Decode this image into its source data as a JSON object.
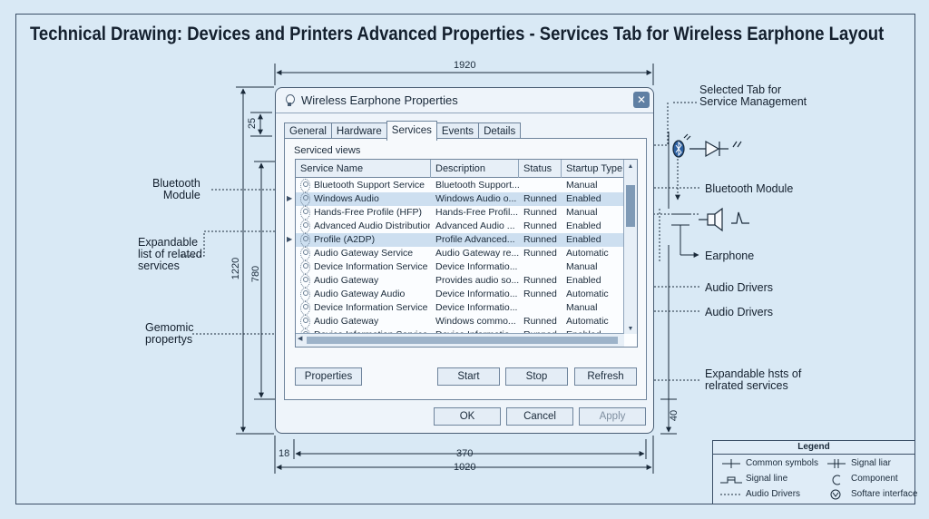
{
  "title": "Technical Drawing: Devices and Printers Advanced Properties - Services Tab for Wireless Earphone Layout",
  "dimensions": {
    "top_width": "1920",
    "height_outer": "1220",
    "height_inner": "780",
    "titlebar_height": "25",
    "bottom_margin": "40",
    "left_margin": "18",
    "inner_width": "370",
    "outer_width": "1020"
  },
  "window": {
    "title": "Wireless Earphone Properties",
    "close_glyph": "✕",
    "tabs": [
      "General",
      "Hardware",
      "Services",
      "Events",
      "Details"
    ],
    "group_label": "Serviced views",
    "columns": [
      "Service Name",
      "Description",
      "Status",
      "Startup Type"
    ],
    "rows": [
      {
        "name": "Bluetooth Support Service",
        "desc": "Bluetooth Support...",
        "status": "",
        "startup": "Manual",
        "selected": false,
        "expand": false
      },
      {
        "name": "Windows Audio",
        "desc": "Windows Audio o...",
        "status": "Runned",
        "startup": "Enabled",
        "selected": true,
        "expand": true
      },
      {
        "name": "Hands-Free Profile (HFP)",
        "desc": "Hands-Free Profil...",
        "status": "Runned",
        "startup": "Manual",
        "selected": false,
        "expand": false
      },
      {
        "name": "Advanced Audio Distribution",
        "desc": "Advanced Audio ...",
        "status": "Runned",
        "startup": "Enabled",
        "selected": false,
        "expand": false
      },
      {
        "name": "Profile (A2DP)",
        "desc": "Profile Advanced...",
        "status": "Runned",
        "startup": "Enabled",
        "selected": true,
        "expand": true
      },
      {
        "name": "Audio Gateway Service",
        "desc": "Audio Gateway re...",
        "status": "Runned",
        "startup": "Automatic",
        "selected": false,
        "expand": false
      },
      {
        "name": "Device Information Service",
        "desc": "Device Informatio...",
        "status": "",
        "startup": "Manual",
        "selected": false,
        "expand": false
      },
      {
        "name": "Audio Gateway",
        "desc": "Provides audio so...",
        "status": "Runned",
        "startup": "Enabled",
        "selected": false,
        "expand": false
      },
      {
        "name": "Audio Gateway Audio",
        "desc": "Device Informatio...",
        "status": "Runned",
        "startup": "Automatic",
        "selected": false,
        "expand": false
      },
      {
        "name": "Device Information Service",
        "desc": "Device Informatio...",
        "status": "",
        "startup": "Manual",
        "selected": false,
        "expand": false
      },
      {
        "name": "Audio Gateway",
        "desc": "Windows commo...",
        "status": "Runned",
        "startup": "Automatic",
        "selected": false,
        "expand": false
      },
      {
        "name": "Device Information Service",
        "desc": "Device Informatio...",
        "status": "Runned",
        "startup": "Enabled",
        "selected": false,
        "expand": false
      }
    ],
    "buttons": {
      "properties": "Properties",
      "start": "Start",
      "stop": "Stop",
      "refresh": "Refresh",
      "ok": "OK",
      "cancel": "Cancel",
      "apply": "Apply"
    }
  },
  "callouts": {
    "bluetooth_module_left": "Bluetooth\nModule",
    "expandable_list": "Expandable\nlist of related\nservices",
    "genomic": "Gemomic\npropertys",
    "selected_tab": "Selected Tab for\nService Management",
    "bluetooth_module_right": "Bluetooth Module",
    "earphone": "Earphone",
    "audio_drivers_1": "Audio Drivers",
    "audio_drivers_2": "Audio Drivers",
    "expandable_hsts": "Expandable hsts of\nrelrated services"
  },
  "legend": {
    "title": "Legend",
    "items": [
      "Common symbols",
      "Signal liar",
      "Signal line",
      "Component",
      "Audio Drivers",
      "Softare interface"
    ]
  }
}
